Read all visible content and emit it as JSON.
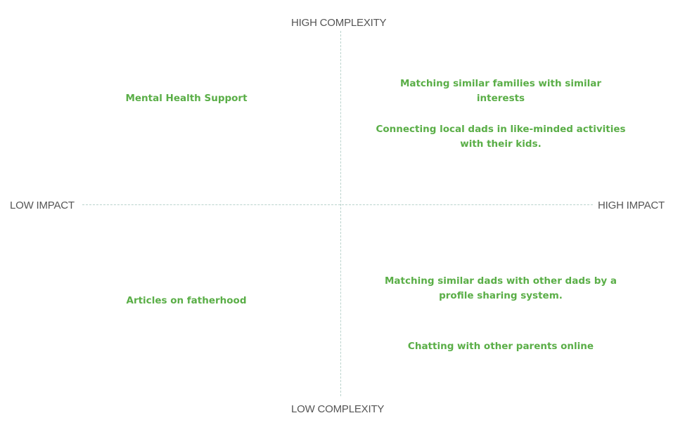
{
  "axes": {
    "top": "HIGH COMPLEXITY",
    "bottom": "LOW COMPLEXITY",
    "left": "LOW IMPACT",
    "right": "HIGH IMPACT"
  },
  "items": [
    {
      "text": "Matching similar families with similar interests",
      "quadrant": "high-impact-high-complexity"
    },
    {
      "text": "Mental Health Support",
      "quadrant": "low-impact-high-complexity"
    },
    {
      "text": "Connecting local dads in like-minded activities with their kids.",
      "quadrant": "high-impact-high-complexity"
    },
    {
      "text": "Matching similar dads with other dads by a profile sharing system.",
      "quadrant": "high-impact-low-complexity"
    },
    {
      "text": "Articles on fatherhood",
      "quadrant": "low-impact-low-complexity"
    },
    {
      "text": "Chatting with other parents online",
      "quadrant": "high-impact-low-complexity"
    }
  ],
  "colors": {
    "item_text": "#5aae47",
    "axis_text": "#555555",
    "axis_line": "#b9d3cc"
  }
}
